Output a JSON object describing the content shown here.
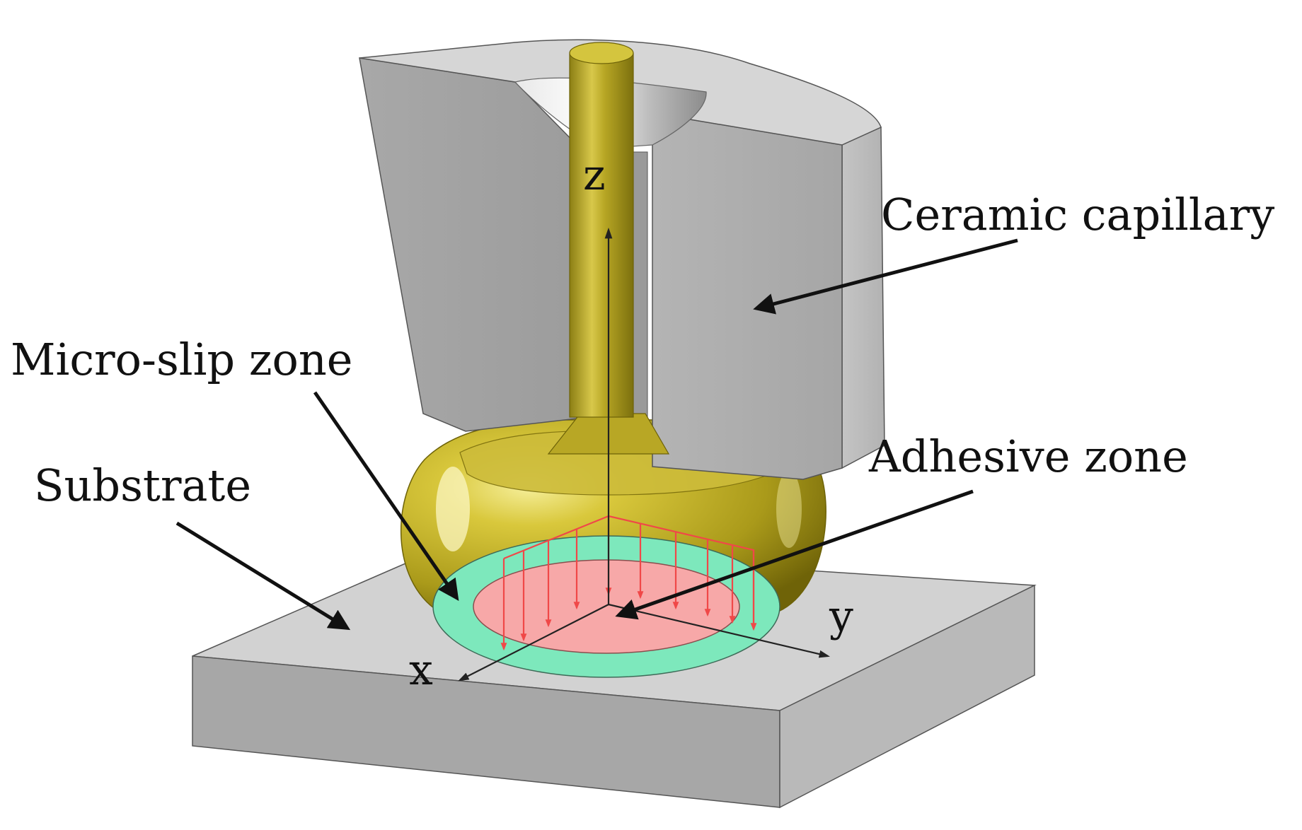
{
  "labels": {
    "ceramic_capillary": "Ceramic capillary",
    "micro_slip_zone": "Micro-slip zone",
    "substrate": "Substrate",
    "adhesive_zone": "Adhesive zone"
  },
  "axes": {
    "x": "x",
    "y": "y",
    "z": "z"
  },
  "colors": {
    "ceramic": "#b8b8b8",
    "gold": "#c9b72a",
    "micro_slip": "#7de8bc",
    "adhesive": "#f7a8a8",
    "pressure_arrows": "#f04848",
    "substrate": "#c8c8c8"
  }
}
